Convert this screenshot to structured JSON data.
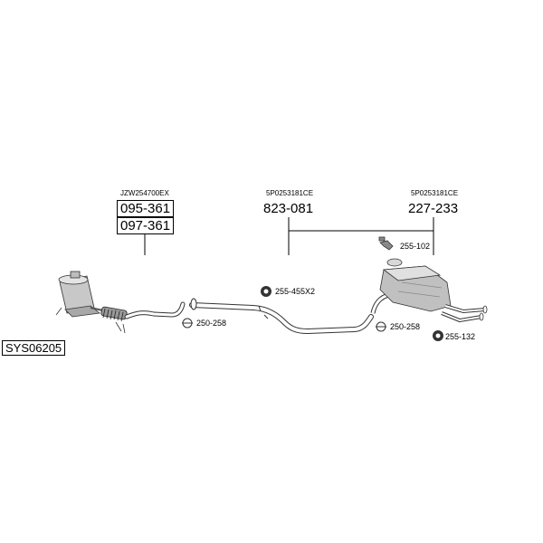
{
  "diagram": {
    "system_code": "SYS06205",
    "groups": [
      {
        "ref": "JZW254700EX",
        "parts": [
          "095-361",
          "097-361"
        ]
      },
      {
        "ref": "5P0253181CE",
        "parts": [
          "823-081"
        ]
      },
      {
        "ref": "5P0253181CE",
        "parts": [
          "227-233"
        ]
      }
    ],
    "fittings": [
      "255-102",
      "255-455X2",
      "250-258",
      "250-258",
      "255-132"
    ]
  }
}
